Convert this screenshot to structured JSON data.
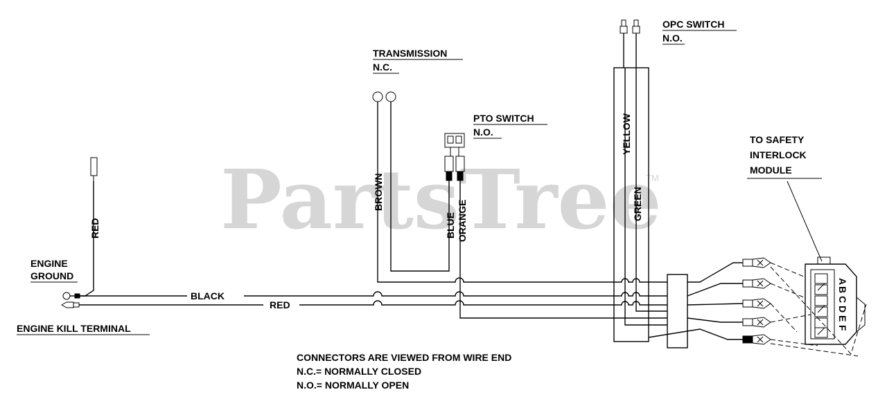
{
  "watermark": {
    "text": "PartsTree",
    "trademark": "TM"
  },
  "labels": {
    "opc_switch_title": "OPC SWITCH",
    "opc_switch_state": "N.O.",
    "transmission_title": "TRANSMISSION",
    "transmission_state": "N.C.",
    "pto_switch_title": "PTO SWITCH",
    "pto_switch_state": "N.O.",
    "safety_line1": "TO SAFETY",
    "safety_line2": "INTERLOCK",
    "safety_line3": "MODULE",
    "engine_ground_line1": "ENGINE",
    "engine_ground_line2": "GROUND",
    "engine_kill": "ENGINE KILL TERMINAL"
  },
  "wires": {
    "red_vertical": "RED",
    "black": "BLACK",
    "red_horizontal": "RED",
    "brown": "BROWN",
    "blue": "BLUE",
    "orange": "ORANGE",
    "yellow": "YELLOW",
    "green": "GREEN"
  },
  "module_pins": [
    "A",
    "B",
    "C",
    "D",
    "E",
    "F"
  ],
  "notes": [
    "CONNECTORS ARE VIEWED FROM WIRE END",
    "N.C.= NORMALLY CLOSED",
    "N.O.= NORMALLY OPEN"
  ]
}
